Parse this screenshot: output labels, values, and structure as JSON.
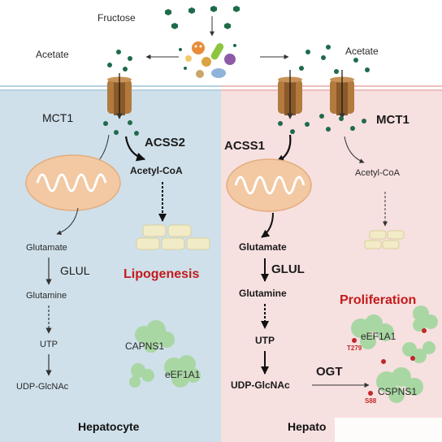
{
  "top": {
    "fructose": "Fructose",
    "acetate_left": "Acetate",
    "acetate_right": "Acetate"
  },
  "left_cell": {
    "transporter": "MCT1",
    "enzyme": "ACSS2",
    "acetyl_coa": "Acetyl-CoA",
    "outcome": "Lipogenesis",
    "glutamate": "Glutamate",
    "glul": "GLUL",
    "glutamine": "Glutamine",
    "utp": "UTP",
    "udp_glcnac": "UDP-GlcNAc",
    "protein1": "CAPNS1",
    "protein2": "eEF1A1",
    "cell_name": "Hepatocyte"
  },
  "right_cell": {
    "enzyme": "ACSS1",
    "transporter": "MCT1",
    "acetyl_coa": "Acetyl-CoA",
    "glutamate": "Glutamate",
    "glul": "GLUL",
    "glutamine": "Glutamine",
    "utp": "UTP",
    "udp_glcnac": "UDP-GlcNAc",
    "ogt": "OGT",
    "outcome": "Proliferation",
    "protein1": "eEF1A1",
    "site1": "T279",
    "protein2": "CSPNS1",
    "site2": "S88",
    "cell_name": "Hepato"
  },
  "colors": {
    "left_bg": "#cfe0ea",
    "right_bg": "#f7e0e0",
    "membrane_left": "#9ec3d8",
    "membrane_right": "#e8a9a9",
    "dot": "#1e6b4a",
    "channel": "#b37a3d",
    "mito": "#f2c9a3",
    "lipid": "#f2ebc8",
    "protein": "#a9d7a4",
    "highlight_red": "#c41a1a"
  }
}
